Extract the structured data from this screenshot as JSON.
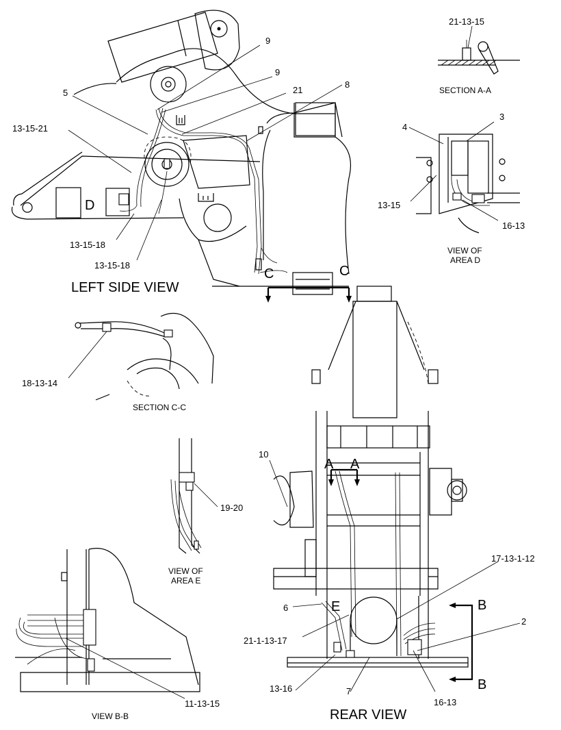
{
  "views": {
    "left_side": "LEFT SIDE VIEW",
    "section_aa": "SECTION A-A",
    "area_d": [
      "VIEW OF",
      "AREA D"
    ],
    "section_cc": "SECTION C-C",
    "area_e": [
      "VIEW OF",
      "AREA E"
    ],
    "view_bb": "VIEW B-B",
    "rear": "REAR VIEW"
  },
  "callouts": {
    "c9a": "9",
    "c9b": "9",
    "c21": "21",
    "c8": "8",
    "c5": "5",
    "c131521": "13-15-21",
    "c131518a": "13-15-18",
    "c131518b": "13-15-18",
    "c211315": "21-13-15",
    "c3": "3",
    "c4": "4",
    "c1315": "13-15",
    "c1613a": "16-13",
    "c181314": "18-13-14",
    "c1920": "19-20",
    "c10": "10",
    "c17131": "17-13-1-12",
    "c6": "6",
    "c211131": "21-1-13-17",
    "c2": "2",
    "c1316": "13-16",
    "c7": "7",
    "c1613b": "16-13",
    "c111315": "11-13-15"
  },
  "section_letters": {
    "d": "D",
    "c1": "C",
    "c2": "C",
    "a1": "A",
    "a2": "A",
    "e": "E",
    "b1": "B",
    "b2": "B"
  }
}
